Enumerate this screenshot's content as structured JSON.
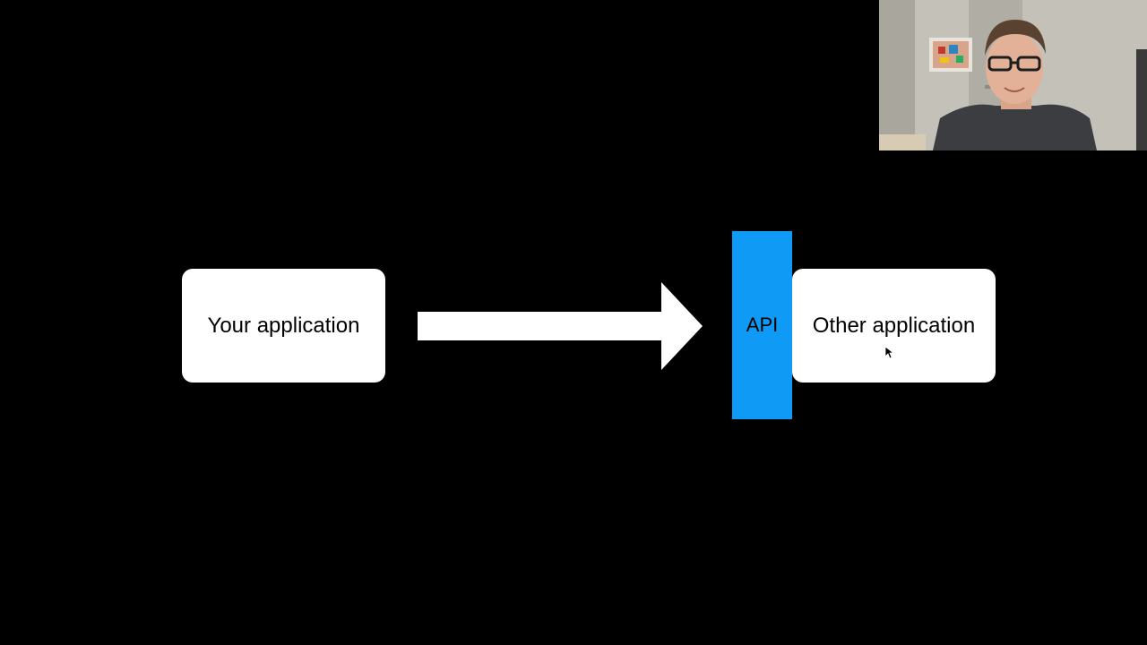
{
  "slide": {
    "your_application_label": "Your application",
    "other_application_label": "Other application",
    "api_label": "API"
  },
  "colors": {
    "background": "#000000",
    "box_fill": "#ffffff",
    "api_fill": "#0f9bf5",
    "arrow_fill": "#ffffff"
  },
  "icons": {
    "flow_arrow": "arrow-right-icon",
    "mouse_cursor": "mouse-pointer-icon"
  },
  "webcam": {
    "description_name": "presenter-webcam-feed"
  }
}
